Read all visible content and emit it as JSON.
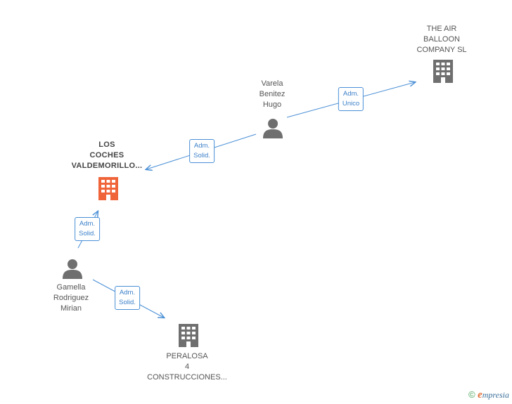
{
  "nodes": {
    "air_balloon": {
      "lines": [
        "THE AIR",
        "BALLOON",
        "COMPANY SL"
      ],
      "type": "company"
    },
    "varela": {
      "lines": [
        "Varela",
        "Benitez",
        "Hugo"
      ],
      "type": "person"
    },
    "los_coches": {
      "lines": [
        "LOS",
        "COCHES",
        "VALDEMORILLO..."
      ],
      "type": "company",
      "highlight": true
    },
    "gamella": {
      "lines": [
        "Gamella",
        "Rodriguez",
        "Mirian"
      ],
      "type": "person"
    },
    "peralosa": {
      "lines": [
        "PERALOSA",
        "4",
        "CONSTRUCCIONES..."
      ],
      "type": "company"
    }
  },
  "edges": [
    {
      "from": "varela",
      "to": "air_balloon",
      "label": [
        "Adm.",
        "Unico"
      ]
    },
    {
      "from": "varela",
      "to": "los_coches",
      "label": [
        "Adm.",
        "Solid."
      ]
    },
    {
      "from": "gamella",
      "to": "los_coches",
      "label": [
        "Adm.",
        "Solid."
      ]
    },
    {
      "from": "gamella",
      "to": "peralosa",
      "label": [
        "Adm.",
        "Solid."
      ]
    }
  ],
  "colors": {
    "edge": "#4a8fd6",
    "company_icon": "#6f6f6f",
    "highlight_icon": "#f0643a",
    "person_icon": "#6f6f6f"
  },
  "footer": {
    "copyright": "©",
    "brand_first": "e",
    "brand_rest": "mpresia"
  }
}
